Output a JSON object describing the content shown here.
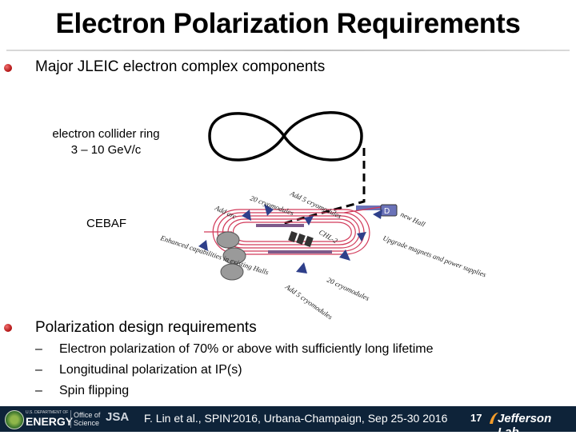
{
  "slide": {
    "title": "Electron Polarization Requirements",
    "bullets": [
      "Major JLEIC electron complex components",
      "Polarization design requirements"
    ],
    "subitems": [
      "Electron polarization of 70% or above with sufficiently long lifetime",
      "Longitudinal polarization at IP(s)",
      "Spin flipping"
    ],
    "dash": "–"
  },
  "diagram": {
    "ring_label_line1": "electron collider ring",
    "ring_label_line2": "3 – 10 GeV/c",
    "cebaf_label": "CEBAF",
    "annotations": {
      "cryo20_top": "20 cryomodules",
      "add5_top": "Add 5 cryomodules",
      "add_arc": "Add arc",
      "chl2": "CHL-2",
      "new_hall": "new Hall",
      "hall_d": "D",
      "upgrade": "Upgrade magnets and power supplies",
      "enhanced": "Enhanced capabilities in existing Halls",
      "add5_bottom": "Add 5 cryomodules",
      "cryo20_bottom": "20 cryomodules"
    }
  },
  "footer": {
    "citation": "F. Lin et al., SPIN'2016, Urbana-Champaign, Sep 25-30 2016",
    "page": "17",
    "doe_small": "U.S. DEPARTMENT OF",
    "doe_big": "ENERGY",
    "office_line1": "Office of",
    "office_line2": "Science",
    "jsa": "JSA",
    "jlab": "Jefferson Lab"
  },
  "colors": {
    "footer_bg": "#0e2339",
    "bullet": "#c01818",
    "beamline": "#d23a5a"
  }
}
